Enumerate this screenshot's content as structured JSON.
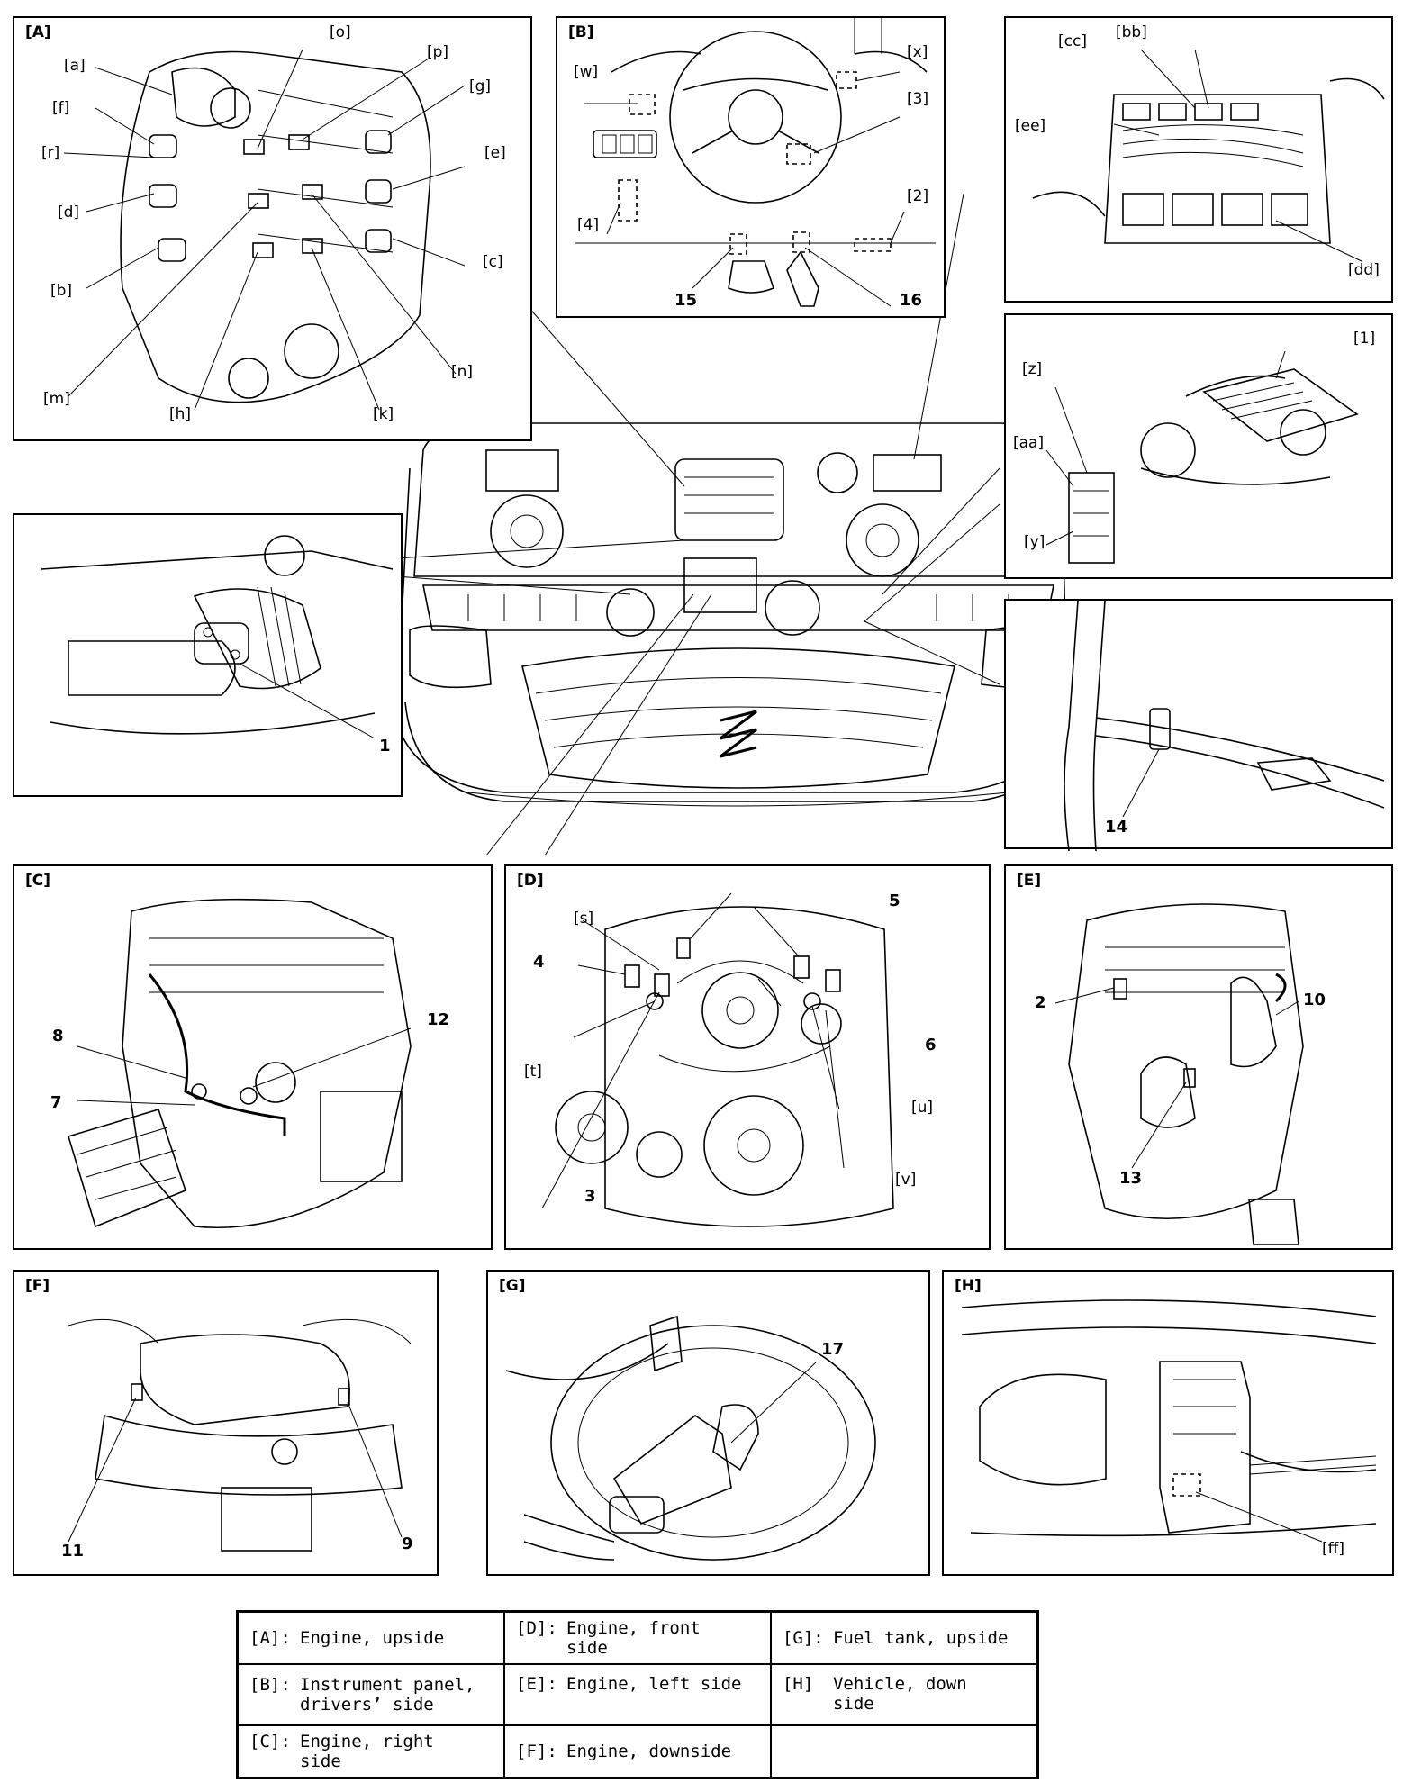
{
  "panels": {
    "A": {
      "title": "[A]",
      "labels": [
        "[a]",
        "[o]",
        "[p]",
        "[g]",
        "[f]",
        "[r]",
        "[e]",
        "[d]",
        "[c]",
        "[b]",
        "[m]",
        "[n]",
        "[h]",
        "[k]"
      ]
    },
    "B": {
      "title": "[B]",
      "labels": [
        "[w]",
        "[x]",
        "[3]",
        "[4]",
        "[2]",
        "15",
        "16"
      ]
    },
    "fusebox": {
      "labels": [
        "[cc]",
        "[bb]",
        "[ee]",
        "[dd]"
      ]
    },
    "relay": {
      "labels": [
        "[z]",
        "[1]",
        "[aa]",
        "[y]"
      ]
    },
    "sensor_left": {
      "labels": [
        "1"
      ]
    },
    "sensor_right": {
      "labels": [
        "14"
      ]
    },
    "C": {
      "title": "[C]",
      "labels": [
        "8",
        "12",
        "7"
      ]
    },
    "D": {
      "title": "[D]",
      "labels": [
        "[s]",
        "5",
        "4",
        "6",
        "[t]",
        "[u]",
        "3",
        "[v]"
      ]
    },
    "E": {
      "title": "[E]",
      "labels": [
        "10",
        "2",
        "13"
      ]
    },
    "F": {
      "title": "[F]",
      "labels": [
        "11",
        "9"
      ]
    },
    "G": {
      "title": "[G]",
      "labels": [
        "17"
      ]
    },
    "H": {
      "title": "[H]",
      "labels": [
        "[ff]"
      ]
    }
  },
  "legend": [
    [
      {
        "code": "[A]:",
        "text": "Engine, upside"
      },
      {
        "code": "[D]:",
        "text": "Engine, front side"
      },
      {
        "code": "[G]:",
        "text": "Fuel tank, upside"
      }
    ],
    [
      {
        "code": "[B]:",
        "text": "Instrument panel, drivers’ side"
      },
      {
        "code": "[E]:",
        "text": "Engine, left side"
      },
      {
        "code": "[H]",
        "text": "Vehicle, down side"
      }
    ],
    [
      {
        "code": "[C]:",
        "text": "Engine, right side"
      },
      {
        "code": "[F]:",
        "text": "Engine, downside"
      },
      {
        "code": "",
        "text": ""
      }
    ]
  ]
}
